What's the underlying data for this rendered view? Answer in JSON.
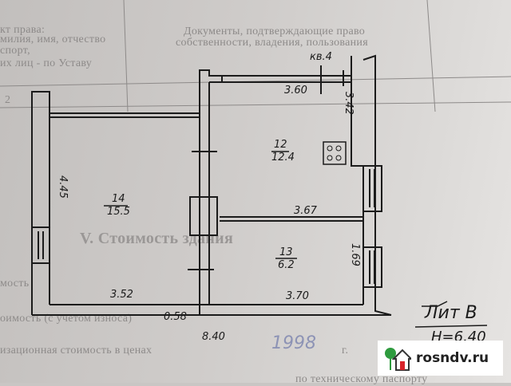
{
  "form_text": {
    "l1": "кт права:",
    "l2": "милия, имя, отчество",
    "l3": "спорт,",
    "l4": "их лиц - по Уставу",
    "l5": "2",
    "docs1": "Документы, подтверждающие право",
    "docs2": "собственности, владения, пользования",
    "section": "V. Стоимость здания",
    "cost1": "мость",
    "cost2": "оимость (с учетом износа)",
    "cost3": "изационная стоимость в ценах",
    "year": "1998",
    "year_suffix": "г.",
    "cost4": "по техническому паспорту"
  },
  "plan": {
    "apartment": "кв.4",
    "rooms": [
      {
        "number": "12",
        "area": "12.4"
      },
      {
        "number": "14",
        "area": "15.5"
      },
      {
        "number": "13",
        "area": "6.2"
      }
    ],
    "dimensions": {
      "top": "3.60",
      "right_upper": "3.42",
      "left": "4.45",
      "partition": "3.67",
      "right_lower": "1.69",
      "bottom_left": "3.52",
      "bottom_right": "3.70",
      "wall": "0.58",
      "total": "8.40"
    },
    "letter": "Лит В",
    "height": "Н=6.40"
  },
  "logo": {
    "text": "rosndv.ru",
    "colors": {
      "green": "#2e9b3e",
      "red": "#d8232a"
    }
  }
}
